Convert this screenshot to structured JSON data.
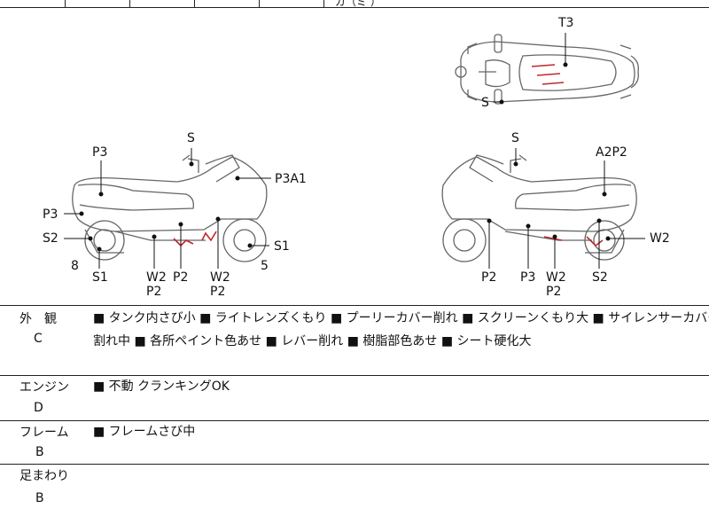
{
  "top_strip": {
    "partial_text": "ガ（ミ ）"
  },
  "diagram": {
    "labels": {
      "t3": "T3",
      "s_top": "S",
      "p3_left": "P3",
      "p3_left2": "P3",
      "s2_left": "S2",
      "num8": "8",
      "s1_left": "S1",
      "s_left": "S",
      "p3a1": "P3A1",
      "s1_front": "S1",
      "num5": "5",
      "w2_left": "W2",
      "p2_left_a": "P2",
      "p2_left_b": "P2",
      "w2_left2": "W2",
      "p2_left_c": "P2",
      "s_right": "S",
      "a2p2": "A2P2",
      "w2_right": "W2",
      "p2_right_a": "P2",
      "p3_right": "P3",
      "w2_right2": "W2",
      "p2_right_b": "P2",
      "s2_right": "S2"
    }
  },
  "conditions": [
    {
      "category": "外　観",
      "grade": "C",
      "lines": [
        "■ タンク内さび小 ■ ライトレンズくもり ■ プーリーカバー削れ ■ スクリーンくもり大 ■ サイレンサーカバー",
        "割れ中 ■ 各所ペイント色あせ ■ レバー削れ ■ 樹脂部色あせ ■ シート硬化大"
      ]
    },
    {
      "category": "エンジン",
      "grade": "D",
      "lines": [
        "■ 不動 クランキングOK"
      ]
    },
    {
      "category": "フレーム",
      "grade": "B",
      "lines": [
        "■ フレームさび中"
      ]
    },
    {
      "category": "足まわり",
      "grade": "B",
      "lines": []
    }
  ],
  "colors": {
    "border": "#222222",
    "line_art": "#666666",
    "damage": "#c0282d"
  }
}
